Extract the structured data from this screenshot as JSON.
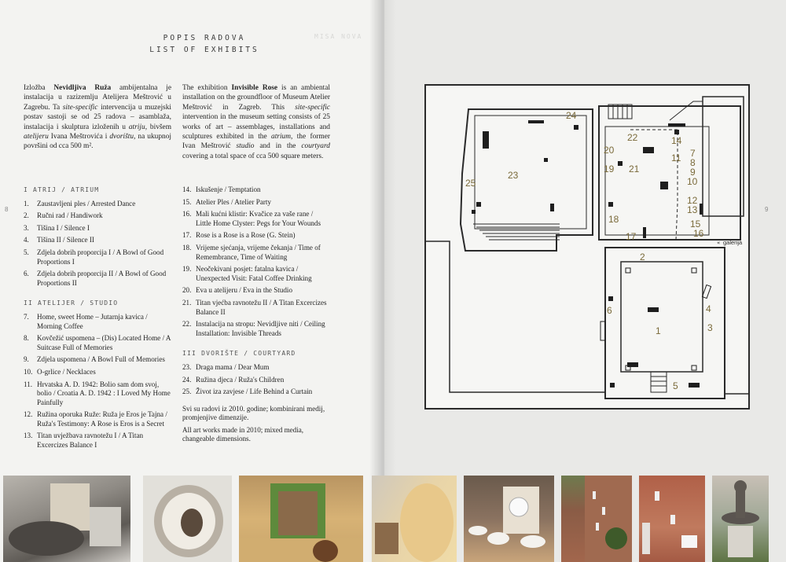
{
  "header": {
    "title_hr": "POPIS RADOVA",
    "title_en": "LIST OF EXHIBITS"
  },
  "intro_hr": {
    "p1": "Izložba ",
    "bold": "Nevidljiva Ruža",
    "p2": " ambijentalna je instalacija u razizemlju Atelijera Meštrović u Zagrebu. Ta ",
    "italic1": "site-specific",
    "p3": " intervencija u muzejski postav sastoji se od 25 radova – asamblaža, instalacija i skulptura izloženih u ",
    "italic2": "atriju",
    "p4": ", bivšem ",
    "italic3": "atelijeru",
    "p5": " Ivana Meštrovića i ",
    "italic4": "dvorištu",
    "p6": ", na ukupnoj površini od cca 500 m²."
  },
  "intro_en": {
    "p1": "The exhibition ",
    "bold": "Invisible Rose",
    "p2": " is an ambiental installation on the groundfloor of Museum Atelier Meštrović in Zagreb. This ",
    "italic1": "site-specific",
    "p3": " intervention in the museum setting consists of 25 works of art – assemblages, installations and sculptures exhibited in the ",
    "italic2": "atrium",
    "p4": ", the former Ivan Meštrović ",
    "italic3": "studio",
    "p5": " and in the ",
    "italic4": "courtyard",
    "p6": " covering a total space of cca 500 square meters."
  },
  "sections": {
    "atrium": {
      "label": "I  ATRIJ / ATRIUM",
      "items": [
        {
          "num": "1.",
          "text": "Zaustavljeni ples / Arrested Dance"
        },
        {
          "num": "2.",
          "text": "Ručni rad / Handiwork"
        },
        {
          "num": "3.",
          "text": "Tišina I / Silence I"
        },
        {
          "num": "4.",
          "text": "Tišina II / Silence II"
        },
        {
          "num": "5.",
          "text": "Zdjela dobrih proporcija I / A Bowl of Good Proportions I"
        },
        {
          "num": "6.",
          "text": "Zdjela dobrih proporcija II / A Bowl of Good Proportions II"
        }
      ]
    },
    "studio": {
      "label": "II  ATELIJER / STUDIO",
      "items": [
        {
          "num": "7.",
          "text": "Home, sweet Home – Jutarnja kavica / Morning Coffee"
        },
        {
          "num": "8.",
          "text": "Kovčežić uspomena – (Dis) Located Home / A Suitcase Full of Memories"
        },
        {
          "num": "9.",
          "text": "Zdjela uspomena / A Bowl Full of Memories"
        },
        {
          "num": "10.",
          "text": "O-grlice / Necklaces"
        },
        {
          "num": "11.",
          "text": "Hrvatska A. D. 1942: Bolio sam dom svoj, bolio / Croatia A. D. 1942 : I Loved My Home Painfully"
        },
        {
          "num": "12.",
          "text": "Ružina oporuka Ruže: Ruža je Eros je Tajna / Ruža's Testimony: A Rose is Eros is a Secret"
        },
        {
          "num": "13.",
          "text": "Titan uvježbava ravnotežu I / A Titan Excercizes Balance I"
        },
        {
          "num": "14.",
          "text": "Iskušenje / Temptation"
        },
        {
          "num": "15.",
          "text": "Atelier Ples / Atelier Party"
        },
        {
          "num": "16.",
          "text": "Mali kućni klistir: Kvačice za vaše rane / Little Home Clyster: Pegs for Your Wounds"
        },
        {
          "num": "17.",
          "text": "Rose is a Rose is a Rose (G. Stein)"
        },
        {
          "num": "18.",
          "text": "Vrijeme sjećanja, vrijeme čekanja / Time of Remembrance, Time of Waiting"
        },
        {
          "num": "19.",
          "text": "Neočekivani posjet: fatalna kavica / Unexpected Visit: Fatal Coffee Drinking"
        },
        {
          "num": "20.",
          "text": "Eva u atelijeru / Eva in the Studio"
        },
        {
          "num": "21.",
          "text": "Titan vjećba ravnotežu II / A Titan Excercizes Balance II"
        },
        {
          "num": "22.",
          "text": "Instalacija na stropu: Nevidljive niti / Ceiling Installation: Invisible Threads"
        }
      ]
    },
    "courtyard": {
      "label": "III  DVORIŠTE / COURTYARD",
      "items": [
        {
          "num": "23.",
          "text": "Draga mama / Dear Mum"
        },
        {
          "num": "24.",
          "text": "Ružina djeca / Ruža's Children"
        },
        {
          "num": "25.",
          "text": "Život iza zavjese / Life Behind a Curtain"
        }
      ]
    }
  },
  "notes": {
    "hr": "Svi su radovi iz 2010. godine; kombinirani medij, promjenjive dimenzije.",
    "en": "All art works made in 2010; mixed media, changeable dimensions."
  },
  "folios": {
    "left": "8",
    "right": "9"
  },
  "running_head": "MISA NOVA",
  "map": {
    "galerija_label": "galerija",
    "numbers": [
      "1",
      "2",
      "3",
      "4",
      "5",
      "6",
      "7",
      "8",
      "9",
      "10",
      "11",
      "12",
      "13",
      "14",
      "15",
      "16",
      "17",
      "18",
      "19",
      "20",
      "21",
      "22",
      "23",
      "24",
      "25"
    ],
    "number_color": "#7a6a3a",
    "line_color": "#2a2a2a"
  },
  "photos": [
    {
      "name": "photo-sculpture-reclining"
    },
    {
      "name": "photo-bowl-assemblage"
    },
    {
      "name": "photo-atrium-view"
    },
    {
      "name": "photo-closeup-sculpture"
    },
    {
      "name": "photo-coffee-cups"
    },
    {
      "name": "photo-wall-installation"
    },
    {
      "name": "photo-brick-wall-pegs"
    },
    {
      "name": "photo-garden-fountain"
    }
  ]
}
